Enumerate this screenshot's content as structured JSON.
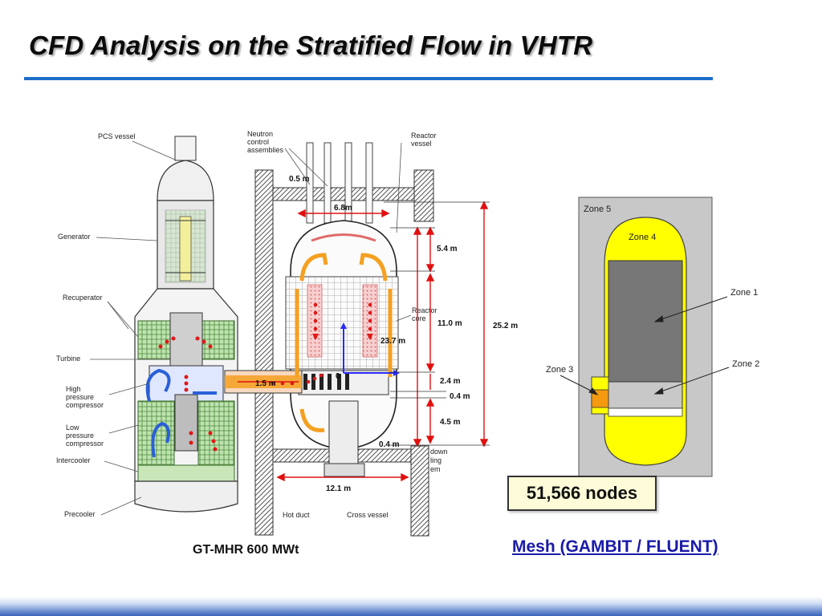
{
  "title": "CFD Analysis on the Stratified Flow in VHTR",
  "left_caption": "GT-MHR 600 MWt",
  "mesh_caption": "Mesh (GAMBIT / FLUENT)",
  "nodes_label": "51,566 nodes",
  "component_labels": {
    "pcs_vessel": "PCS vessel",
    "generator": "Generator",
    "recuperator": "Recuperator",
    "turbine": "Turbine",
    "hp_compressor": [
      "High",
      "pressure",
      "compressor"
    ],
    "lp_compressor": [
      "Low",
      "pressure",
      "compressor"
    ],
    "intercooler": "Intercooler",
    "precooler": "Precooler",
    "neutron_control": [
      "Neutron",
      "control",
      "assemblies"
    ],
    "reactor_vessel": [
      "Reactor",
      "vessel"
    ],
    "reactor_core": [
      "Reactor",
      "core"
    ],
    "shutdown_cooling": [
      "down",
      "ling",
      "em"
    ],
    "hot_duct": "Hot duct",
    "cross_vessel": "Cross vessel"
  },
  "dimensions": {
    "d_0_5_top": "0.5 m",
    "d_6_8": "6.8m",
    "d_5_4": "5.4 m",
    "d_11_0": "11.0 m",
    "d_25_2": "25.2 m",
    "d_23_7": "23.7 m",
    "d_2_4": "2.4 m",
    "d_0_4_right": "0.4 m",
    "d_1_5": "1.5 m",
    "d_4_5": "4.5 m",
    "d_0_4_bottom": "0.4 m",
    "d_12_1": "12.1 m",
    "origin": "0"
  },
  "zones": {
    "zone1": "Zone 1",
    "zone2": "Zone 2",
    "zone3": "Zone 3",
    "zone4": "Zone 4",
    "zone5": "Zone 5"
  },
  "colors": {
    "title_rule": "#1d6fc7",
    "dimension_red": "#e01010",
    "flow_orange": "#f5a020",
    "flow_blue": "#2a5fd8",
    "zone_yellow": "#ffff00",
    "zone1_gray": "#777777",
    "zone2_gray": "#c8c8c8",
    "zone3_orange": "#f59a10",
    "zone5_gray": "#c8c8c8",
    "caption_blue": "#1a1aa8"
  }
}
